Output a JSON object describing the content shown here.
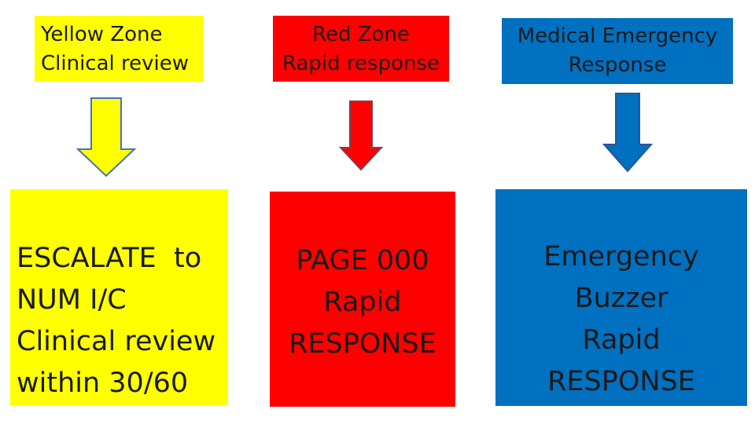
{
  "colors": {
    "yellow": "#ffff00",
    "red": "#ff0000",
    "blue": "#0070c0",
    "arrow_outline": "#4472c4",
    "red_arrow_outline": "#7f3f52",
    "blue_arrow_outline": "#2f5496"
  },
  "columns": [
    {
      "zone_lines": [
        "Yellow Zone",
        "Clinical review"
      ],
      "action_lines": [
        "ESCALATE  to",
        "NUM I/C",
        "Clinical review",
        "within 30/60"
      ]
    },
    {
      "zone_lines": [
        "Red Zone",
        "Rapid response"
      ],
      "action_lines": [
        "PAGE 000",
        "Rapid",
        "RESPONSE"
      ]
    },
    {
      "zone_lines": [
        "Medical Emergency",
        "Response"
      ],
      "action_lines": [
        "Emergency",
        "Buzzer",
        "Rapid",
        "RESPONSE"
      ]
    }
  ],
  "icons": [
    "down-arrow-icon",
    "down-arrow-icon",
    "down-arrow-icon"
  ]
}
